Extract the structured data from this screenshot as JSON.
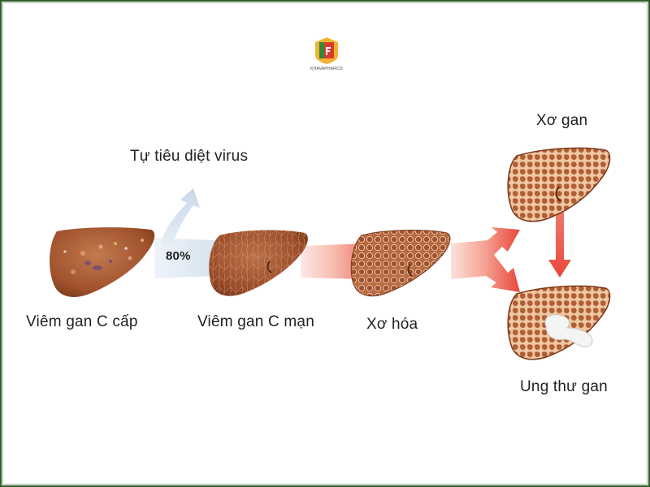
{
  "logo": {
    "name": "KHAVAPHARCO"
  },
  "stages": {
    "acute": "Viêm gan C cấp",
    "chronic": "Viêm gan C mạn",
    "fibrosis": "Xơ hóa",
    "cirrhosis": "Xơ gan",
    "cancer": "Ung thư gan",
    "self_clear": "Tự tiêu diệt virus"
  },
  "rate": "80%",
  "colors": {
    "liver": "#a0522d",
    "liver_dark": "#7a3a1c",
    "arrow_blue": "#dce6f2",
    "arrow_red": "#e8463a",
    "frame": "#2f5d2a"
  }
}
